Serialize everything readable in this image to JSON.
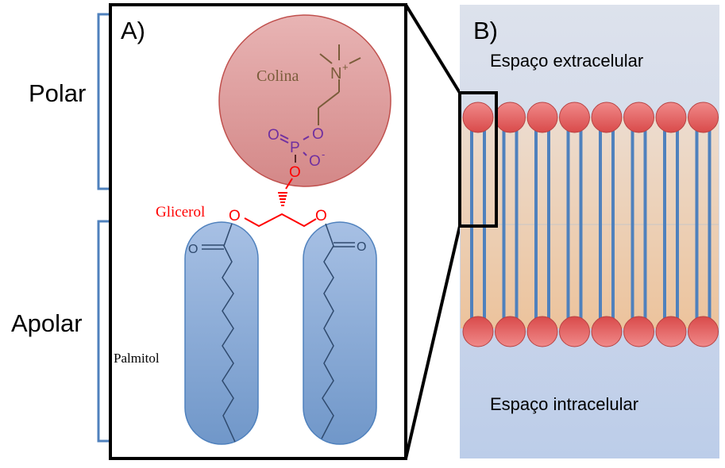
{
  "labels": {
    "polar": "Polar",
    "apolar": "Apolar",
    "panel_a": "A)",
    "panel_b": "B)",
    "colina": "Colina",
    "glicerol": "Glicerol",
    "palmitol": "Palmitol",
    "extracellular": "Espaço extracelular",
    "intracellular": "Espaço intracelular"
  },
  "atoms": {
    "nitrogen": "N",
    "nitrogen_charge": "+",
    "phosphorus": "P",
    "oxygen": "O",
    "oxygen_charge": "-"
  },
  "bilayer": {
    "lipid_count_per_leaflet": 8,
    "leaflets": [
      "outer",
      "inner"
    ]
  },
  "colors": {
    "bracket": "#4f81bd",
    "choline_circle": "#d99494",
    "choline_text": "#7a5c3a",
    "phosphate": "#7030a0",
    "glycerol": "#ff0000",
    "fatty_acid_fill": "#95b3d7",
    "fatty_acid_chain": "#2f4a6e",
    "lipid_head": "#e25a5a",
    "lipid_tail": "#4f81bd",
    "membrane_core": "#f0c9a4",
    "aqueous_bg": "#c5d3ea"
  }
}
